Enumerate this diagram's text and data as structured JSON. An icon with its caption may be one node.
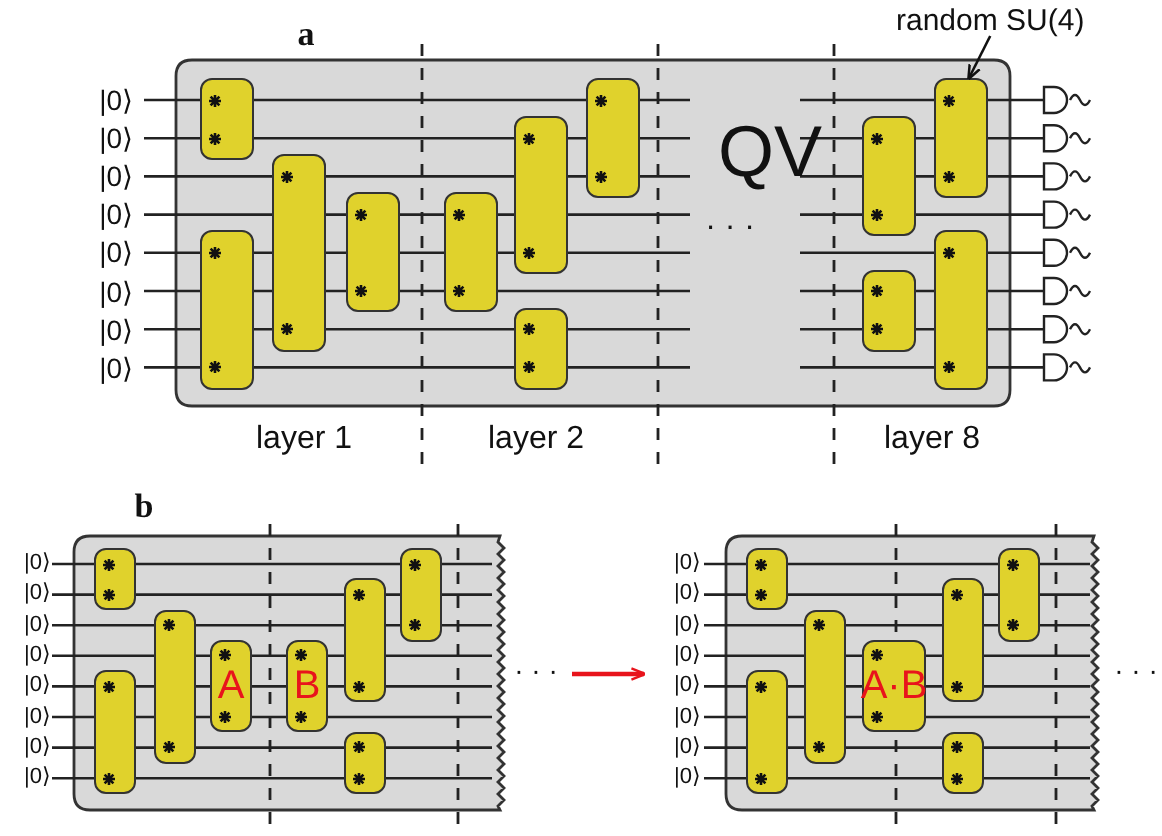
{
  "diagram": {
    "nodes": [
      {
        "text": [
          "a",
          "QV"
        ]
      },
      {
        "text": [],
        "shape": "box",
        "in": 0
      },
      {
        "text": [],
        "shape": "box",
        "in": 0
      },
      {
        "text": [],
        "shape": "box",
        "in": 0
      },
      {
        "text": [],
        "shape": "box",
        "in": 0
      },
      {
        "text": [],
        "shape": "box",
        "in": 0
      },
      {
        "text": [],
        "shape": "box",
        "in": 0
      },
      {
        "text": [],
        "shape": "box",
        "in": 0
      },
      {
        "text": [],
        "shape": "box",
        "in": 0
      },
      {
        "text": [],
        "shape": "box",
        "in": 0
      },
      {
        "text": [],
        "shape": "box",
        "in": 0
      },
      {
        "text": [],
        "shape": "box",
        "in": 0
      },
      {
        "text": [],
        "shape": "box",
        "in": 0
      },
      {
        "text": [
          "random SU(4)"
        ]
      },
      {
        "text": [
          "b"
        ]
      },
      {
        "text": [],
        "shape": "box",
        "in": 14
      },
      {
        "text": [],
        "shape": "box",
        "in": 14
      },
      {
        "text": [],
        "shape": "box",
        "in": 14
      },
      {
        "text": [
          "A"
        ],
        "in": 14
      },
      {
        "text": [
          "B"
        ],
        "in": 14
      },
      {
        "text": [],
        "shape": "box",
        "in": 14
      },
      {
        "text": [],
        "shape": "box",
        "in": 14
      },
      {
        "text": [],
        "shape": "box",
        "in": 14
      },
      {
        "text": [],
        "shape": "box"
      },
      {
        "text": [],
        "shape": "box",
        "in": 23
      },
      {
        "text": [],
        "shape": "box",
        "in": 23
      },
      {
        "text": [],
        "shape": "box",
        "in": 23
      },
      {
        "text": [
          "A·B"
        ],
        "in": 23
      },
      {
        "text": [],
        "shape": "box",
        "in": 23
      },
      {
        "text": [],
        "shape": "box",
        "in": 23
      },
      {
        "text": [],
        "shape": "box",
        "in": 23
      }
    ],
    "edges": [
      {
        "from": 13,
        "to": 11,
        "arrow": "to"
      },
      {
        "from": 14,
        "to": 23,
        "arrow": "to",
        "color": "#e8141c"
      }
    ],
    "labels": [
      "|0⟩",
      "|0⟩",
      "|0⟩",
      "|0⟩",
      "|0⟩",
      "|0⟩",
      "|0⟩",
      "|0⟩",
      "layer 1",
      "layer 2",
      "layer 8",
      "· · ·",
      "|0⟩",
      "|0⟩",
      "|0⟩",
      "|0⟩",
      "|0⟩",
      "|0⟩",
      "|0⟩",
      "|0⟩",
      "· · ·",
      "|0⟩",
      "|0⟩",
      "|0⟩",
      "|0⟩",
      "|0⟩",
      "|0⟩",
      "|0⟩",
      "|0⟩",
      "· · ·"
    ]
  }
}
